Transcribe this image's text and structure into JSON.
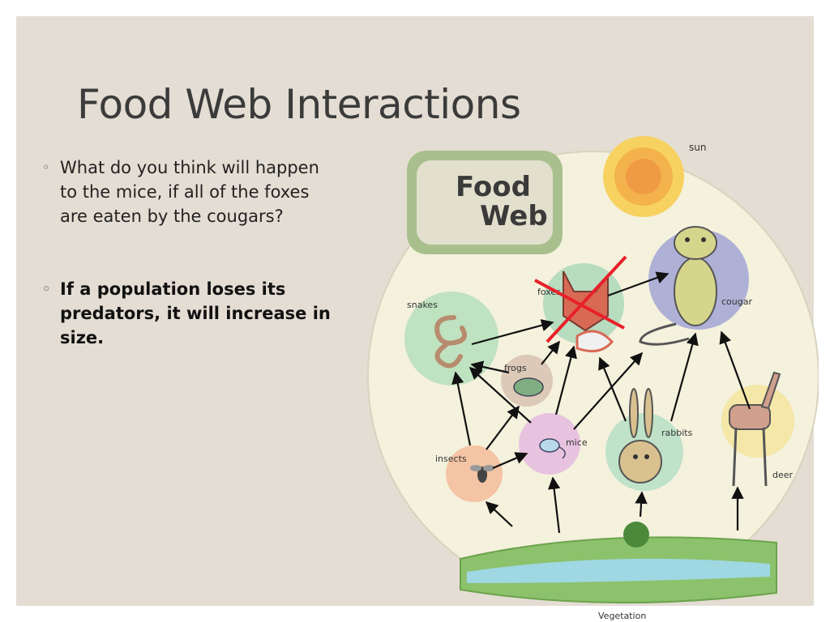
{
  "slide": {
    "title": "Food Web Interactions",
    "bullets": [
      {
        "text": "What do you think will happen to the mice, if all of the foxes are eaten by the cougars?",
        "emphasis": false
      },
      {
        "text": "If a population loses its predators, it will increase in size.",
        "emphasis": true
      }
    ],
    "bullet_marker": "◦"
  },
  "diagram": {
    "heading_line1": "Food",
    "heading_line2": "Web",
    "labels": {
      "sun": "sun",
      "cougar": "cougar",
      "foxes": "foxes",
      "snakes": "snakes",
      "frogs": "frogs",
      "insects": "insects",
      "mice": "mice",
      "rabbits": "rabbits",
      "deer": "deer",
      "vegetation": "Vegetation"
    },
    "crossed_out": "foxes",
    "colors": {
      "background_circle": "#f3f0dc",
      "cross_mark": "#e8202a",
      "arrow": "#111111"
    }
  }
}
